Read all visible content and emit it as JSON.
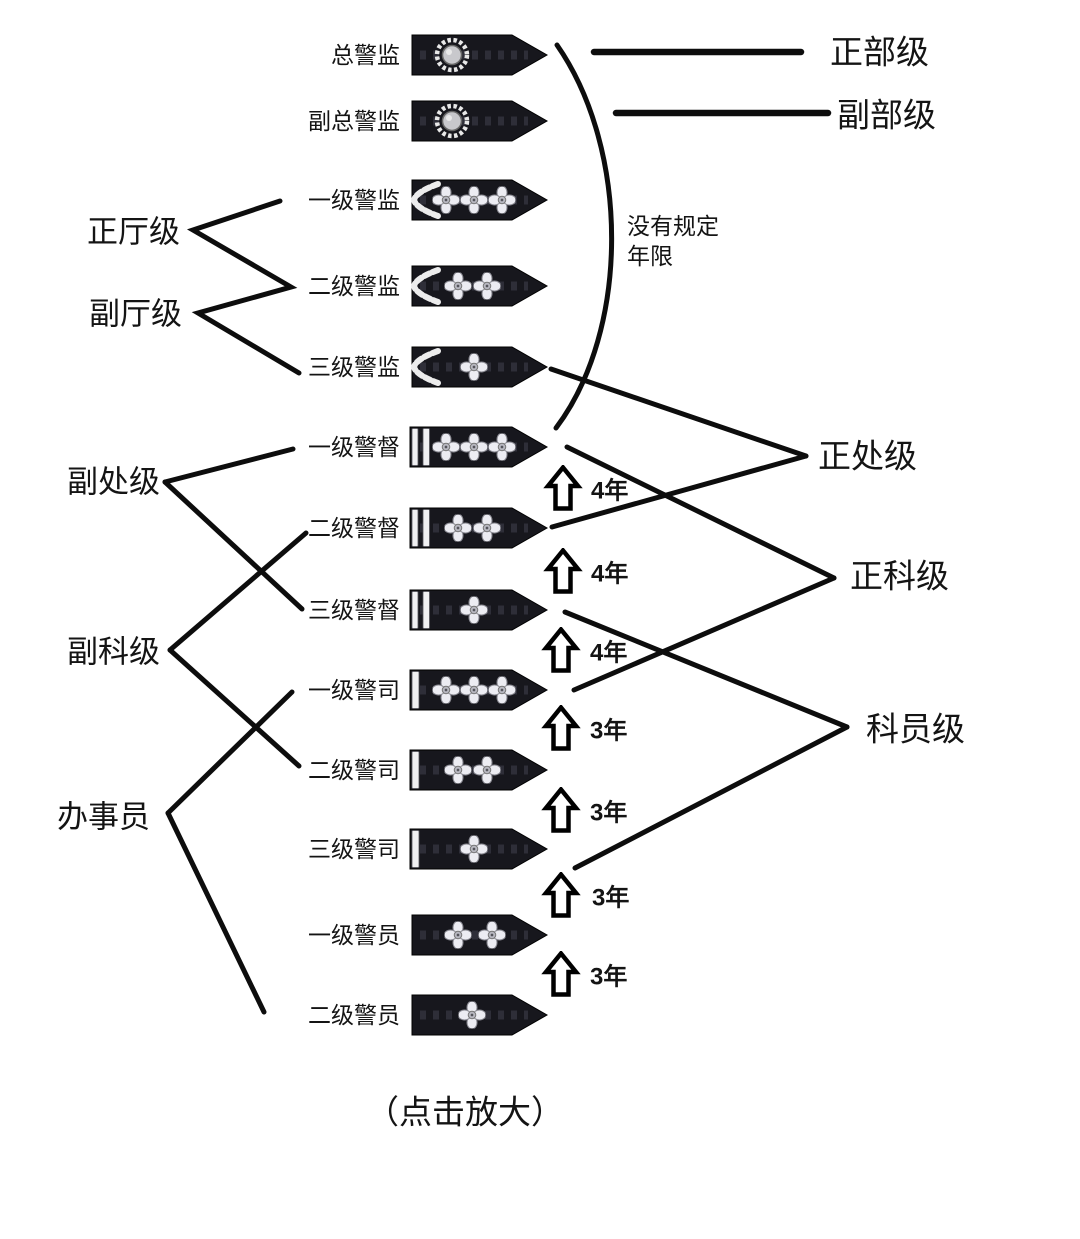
{
  "figure": {
    "caption": "（点击放大）",
    "note": {
      "line1": "没有规定",
      "line2": "年限"
    }
  },
  "colors": {
    "background": "#ffffff",
    "epaulette": "#17171d",
    "connector_line": "#0d0d0d",
    "insignia_silver": "#ececf2"
  },
  "ranks": [
    {
      "name": "总警监",
      "insignia": "wreath-emblem",
      "flowers": 0
    },
    {
      "name": "副总警监",
      "insignia": "wreath-emblem",
      "flowers": 0
    },
    {
      "name": "一级警监",
      "insignia": "laurel-chevron",
      "flowers": 3
    },
    {
      "name": "二级警监",
      "insignia": "laurel-chevron",
      "flowers": 2
    },
    {
      "name": "三级警监",
      "insignia": "laurel-chevron",
      "flowers": 1
    },
    {
      "name": "一级警督",
      "insignia": "two-bars",
      "flowers": 3
    },
    {
      "name": "二级警督",
      "insignia": "two-bars",
      "flowers": 2
    },
    {
      "name": "三级警督",
      "insignia": "two-bars",
      "flowers": 1
    },
    {
      "name": "一级警司",
      "insignia": "one-bar",
      "flowers": 3
    },
    {
      "name": "二级警司",
      "insignia": "one-bar",
      "flowers": 2
    },
    {
      "name": "三级警司",
      "insignia": "one-bar",
      "flowers": 1
    },
    {
      "name": "一级警员",
      "insignia": "plain",
      "flowers": 2
    },
    {
      "name": "二级警员",
      "insignia": "plain",
      "flowers": 1
    }
  ],
  "left_grades": [
    {
      "label": "正厅级",
      "connects_to": [
        "一级警监",
        "二级警监"
      ]
    },
    {
      "label": "副厅级",
      "connects_to": [
        "二级警监",
        "三级警监"
      ]
    },
    {
      "label": "副处级",
      "connects_to": [
        "一级警督",
        "三级警督"
      ]
    },
    {
      "label": "副科级",
      "connects_to": [
        "二级警督",
        "二级警司"
      ]
    },
    {
      "label": "办事员",
      "connects_to": [
        "一级警司",
        "二级警员"
      ]
    }
  ],
  "right_grades": [
    {
      "label": "正部级",
      "connects_to": [
        "总警监"
      ]
    },
    {
      "label": "副部级",
      "connects_to": [
        "副总警监"
      ]
    },
    {
      "label": "正处级",
      "connects_to": [
        "三级警监",
        "二级警督"
      ]
    },
    {
      "label": "正科级",
      "connects_to": [
        "一级警督",
        "一级警司"
      ]
    },
    {
      "label": "科员级",
      "connects_to": [
        "三级警督",
        "三级警司"
      ]
    }
  ],
  "note_applies_to": "总警监至一级警督之间晋升没有规定年限",
  "promotion_steps": [
    {
      "from": "二级警督",
      "to": "一级警督",
      "years": "4年"
    },
    {
      "from": "三级警督",
      "to": "二级警督",
      "years": "4年"
    },
    {
      "from": "一级警司",
      "to": "三级警督",
      "years": "4年"
    },
    {
      "from": "二级警司",
      "to": "一级警司",
      "years": "3年"
    },
    {
      "from": "三级警司",
      "to": "二级警司",
      "years": "3年"
    },
    {
      "from": "一级警员",
      "to": "三级警司",
      "years": "3年"
    },
    {
      "from": "二级警员",
      "to": "一级警员",
      "years": "3年"
    }
  ]
}
